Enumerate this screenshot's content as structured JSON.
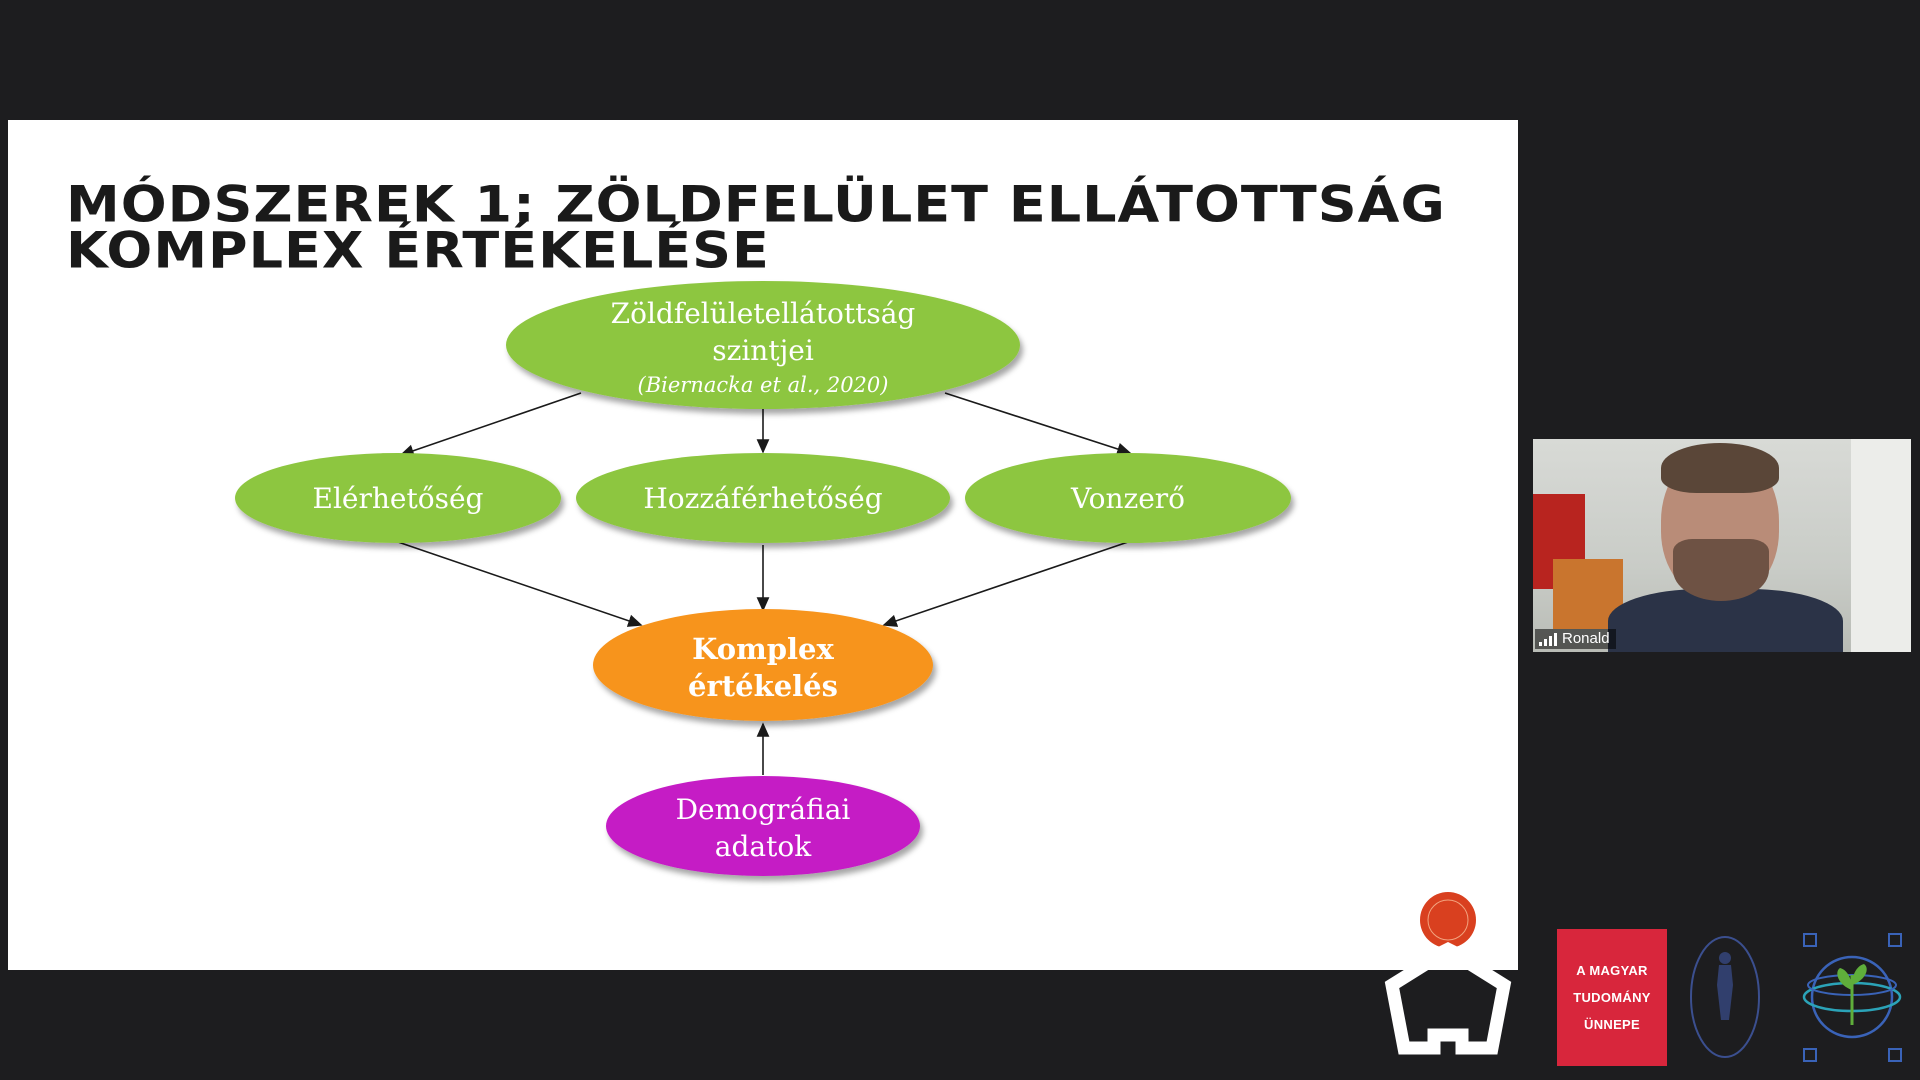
{
  "slide": {
    "title": "MÓDSZEREK 1: ZÖLDFELÜLET ELLÁTOTTSÁG KOMPLEX ÉRTÉKELÉSE",
    "nodes": {
      "top_line1": "Zöldfelületellátottság",
      "top_line2": "szintjei",
      "top_citation": "(Biernacka et al., 2020)",
      "access": "Elérhetőség",
      "accessibility": "Hozzáférhetőség",
      "attraction": "Vonzerő",
      "complex_line1": "Komplex",
      "complex_line2": "értékelés",
      "demo_line1": "Demográfiai",
      "demo_line2": "adatok"
    },
    "colors": {
      "green": "#8dc63f",
      "orange": "#f7941d",
      "magenta": "#c51fc5"
    }
  },
  "video": {
    "participant_name": "Ronald"
  },
  "logos": {
    "mta_line1": "A MAGYAR",
    "mta_line2": "TUDOMÁNY",
    "mta_line3": "ÜNNEPE"
  }
}
